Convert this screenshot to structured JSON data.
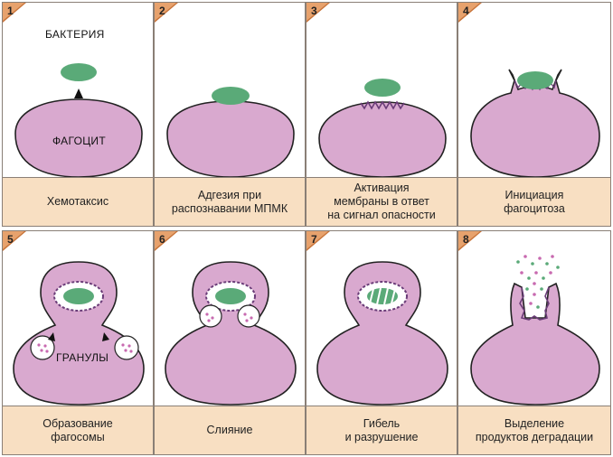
{
  "labels": {
    "bacteria": "БАКТЕРИЯ",
    "phagocyte": "ФАГОЦИТ",
    "granules": "ГРАНУЛЫ"
  },
  "colors": {
    "cell": "#d9a9cf",
    "cell_outline": "#222222",
    "bacterium": "#5aaa78",
    "caption_bg": "#f8dfc2",
    "corner_tab": "#c8743a",
    "membrane_zigzag": "#6a3c78"
  },
  "panels": [
    {
      "number": "1",
      "caption": "Хемотаксис"
    },
    {
      "number": "2",
      "caption": "Адгезия при\nраспознавании МПМК"
    },
    {
      "number": "3",
      "caption": "Активация\nмембраны в ответ\nна сигнал опасности"
    },
    {
      "number": "4",
      "caption": "Инициация\nфагоцитоза"
    },
    {
      "number": "5",
      "caption": "Образование\nфагосомы"
    },
    {
      "number": "6",
      "caption": "Слияние"
    },
    {
      "number": "7",
      "caption": "Гибель\nи разрушение"
    },
    {
      "number": "8",
      "caption": "Выделение\nпродуктов деградации"
    }
  ]
}
